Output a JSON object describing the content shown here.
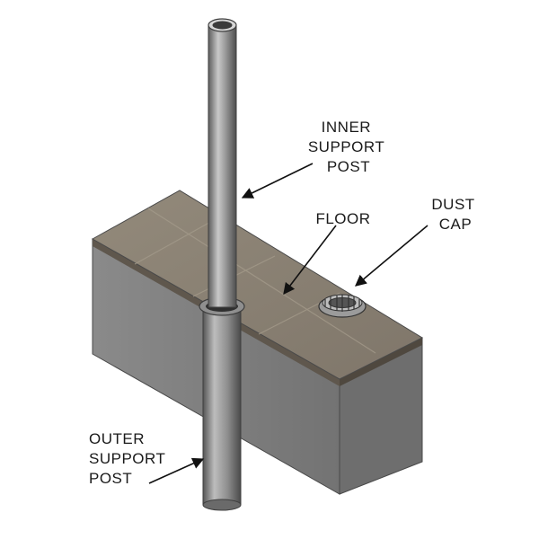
{
  "labels": {
    "inner_support_post": [
      "INNER",
      "SUPPORT",
      "POST"
    ],
    "floor": [
      "FLOOR"
    ],
    "dust_cap": [
      "DUST",
      "CAP"
    ],
    "outer_support_post": [
      "OUTER",
      "SUPPORT",
      "POST"
    ]
  },
  "colors": {
    "floor_top": "#8c8273",
    "slab_side": "#7a7a7a",
    "slab_end": "#6d6d6d",
    "post_metal": "#9a9a9a"
  }
}
